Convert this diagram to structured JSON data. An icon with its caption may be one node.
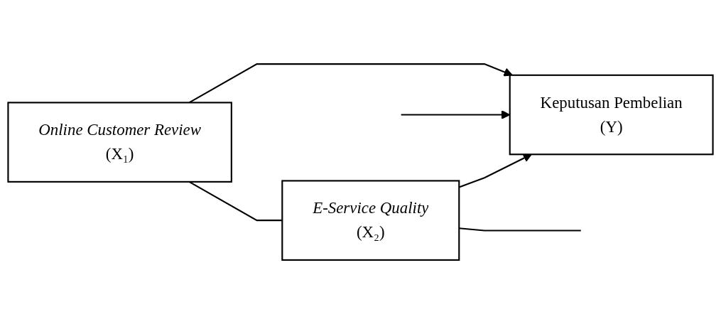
{
  "diagram": {
    "nodes": [
      {
        "text": [
          "Online Customer Review",
          "(X₁)"
        ]
      },
      {
        "text": [
          "E-Service Quality",
          "(X₂)"
        ]
      },
      {
        "text": [
          "Keputusan Pembelian",
          "(Y)"
        ]
      }
    ],
    "edges": [
      {
        "from": 0,
        "to": 2,
        "arrow": "to"
      },
      {
        "from": 1,
        "to": 2,
        "arrow": "to"
      },
      {
        "from": 0,
        "to": 1,
        "arrow": "none"
      },
      {
        "from": 1,
        "to": null,
        "arrow": "none"
      },
      {
        "from": null,
        "to": 2,
        "arrow": "to"
      }
    ]
  }
}
